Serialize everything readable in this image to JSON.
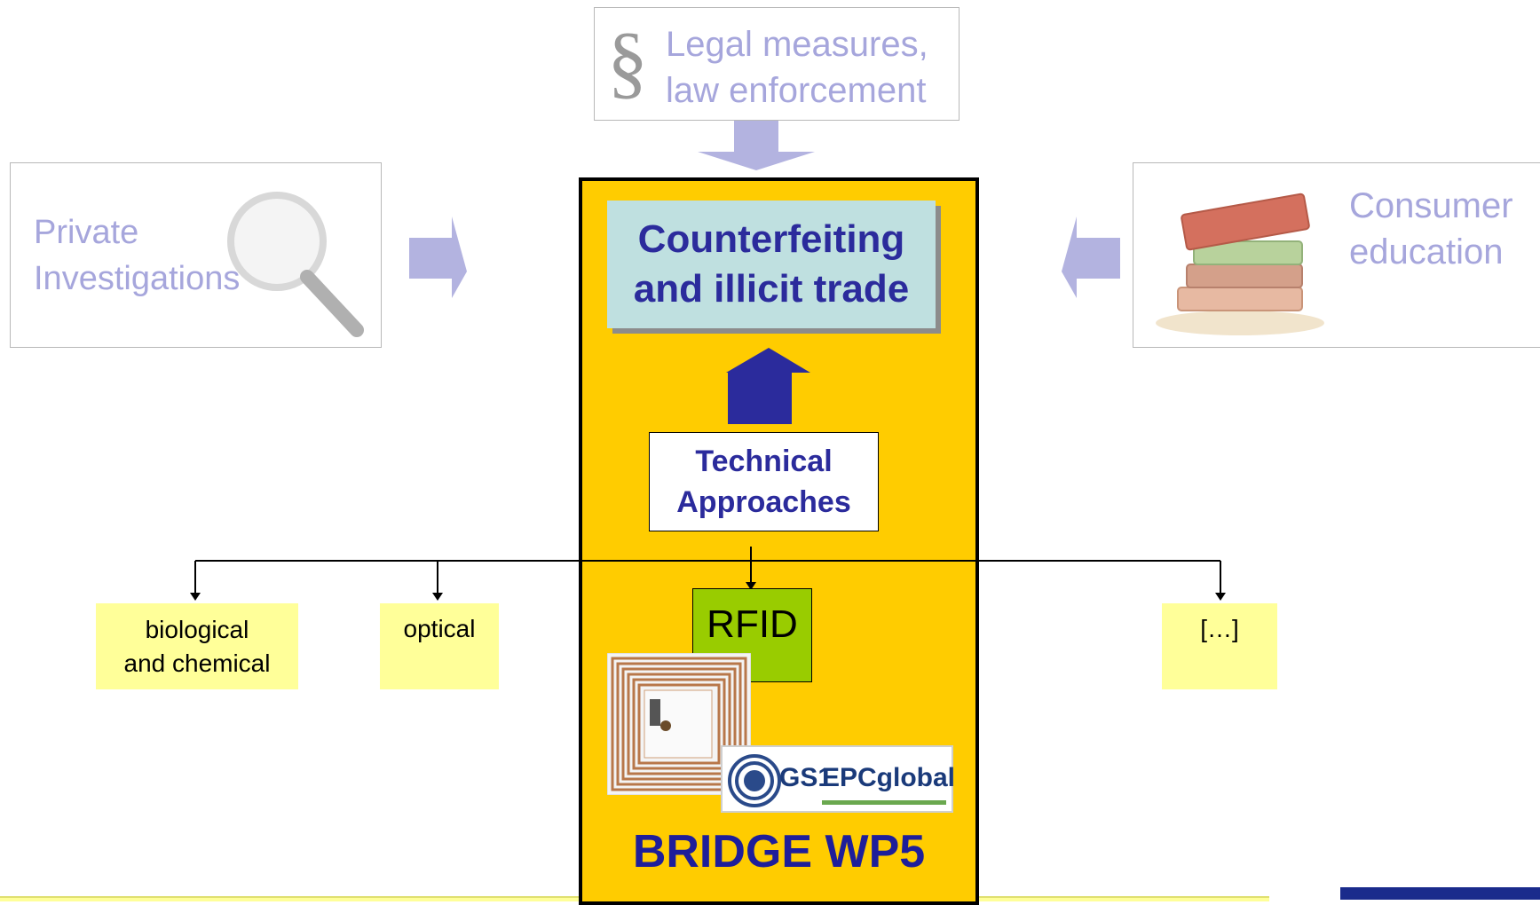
{
  "legal": {
    "symbol": "§",
    "line1": "Legal measures,",
    "line2": "law enforcement"
  },
  "private": {
    "line1": "Private",
    "line2": "Investigations"
  },
  "consumer": {
    "line1": "Consumer",
    "line2": "education"
  },
  "center": {
    "title_line1": "Counterfeiting",
    "title_line2": "and illicit trade",
    "tech_line1": "Technical",
    "tech_line2": "Approaches",
    "rfid": "RFID",
    "bridge": "BRIDGE WP5"
  },
  "approaches": [
    {
      "line1": "biological",
      "line2": "and chemical"
    },
    {
      "line1": "optical",
      "line2": ""
    },
    {
      "line1": "[…]",
      "line2": ""
    }
  ],
  "logo": {
    "gs1": "GS1",
    "epc": "EPCglobal"
  },
  "colors": {
    "yellow_column": "#ffcc00",
    "title_box": "#bfe0e0",
    "navy_text": "#2b2b9c",
    "rfid_green": "#99cc00",
    "leaf_yellow": "#ffff99",
    "faded_arrow": "#b3b3e0"
  }
}
